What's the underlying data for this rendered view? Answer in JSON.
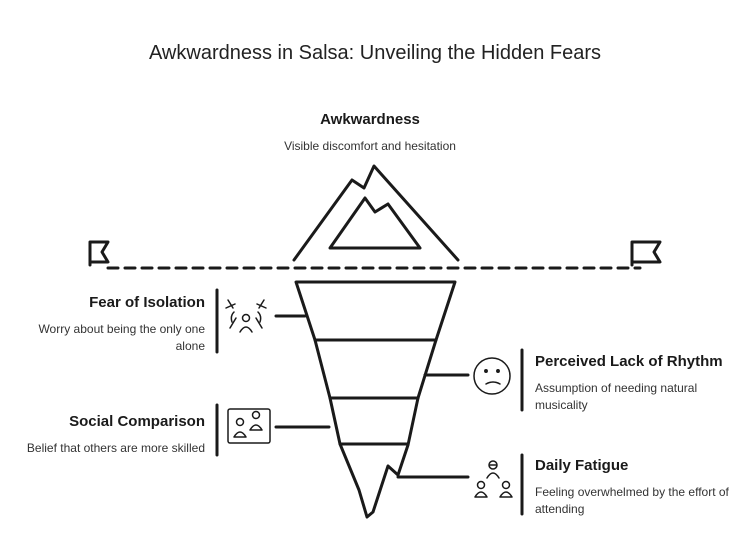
{
  "title": "Awkwardness in Salsa: Unveiling the Hidden Fears",
  "top": {
    "heading": "Awkwardness",
    "description": "Visible discomfort and hesitation"
  },
  "items": [
    {
      "heading": "Fear of Isolation",
      "description": "Worry about being the only one alone",
      "icon": "isolation-people-icon",
      "side": "left"
    },
    {
      "heading": "Social Comparison",
      "description": "Belief that others are more skilled",
      "icon": "comparison-people-icon",
      "side": "left"
    },
    {
      "heading": "Perceived Lack of Rhythm",
      "description": "Assumption of needing natural musicality",
      "icon": "confused-face-icon",
      "side": "right"
    },
    {
      "heading": "Daily Fatigue",
      "description": "Feeling overwhelmed by the effort of attending",
      "icon": "tired-people-icon",
      "side": "right"
    }
  ]
}
